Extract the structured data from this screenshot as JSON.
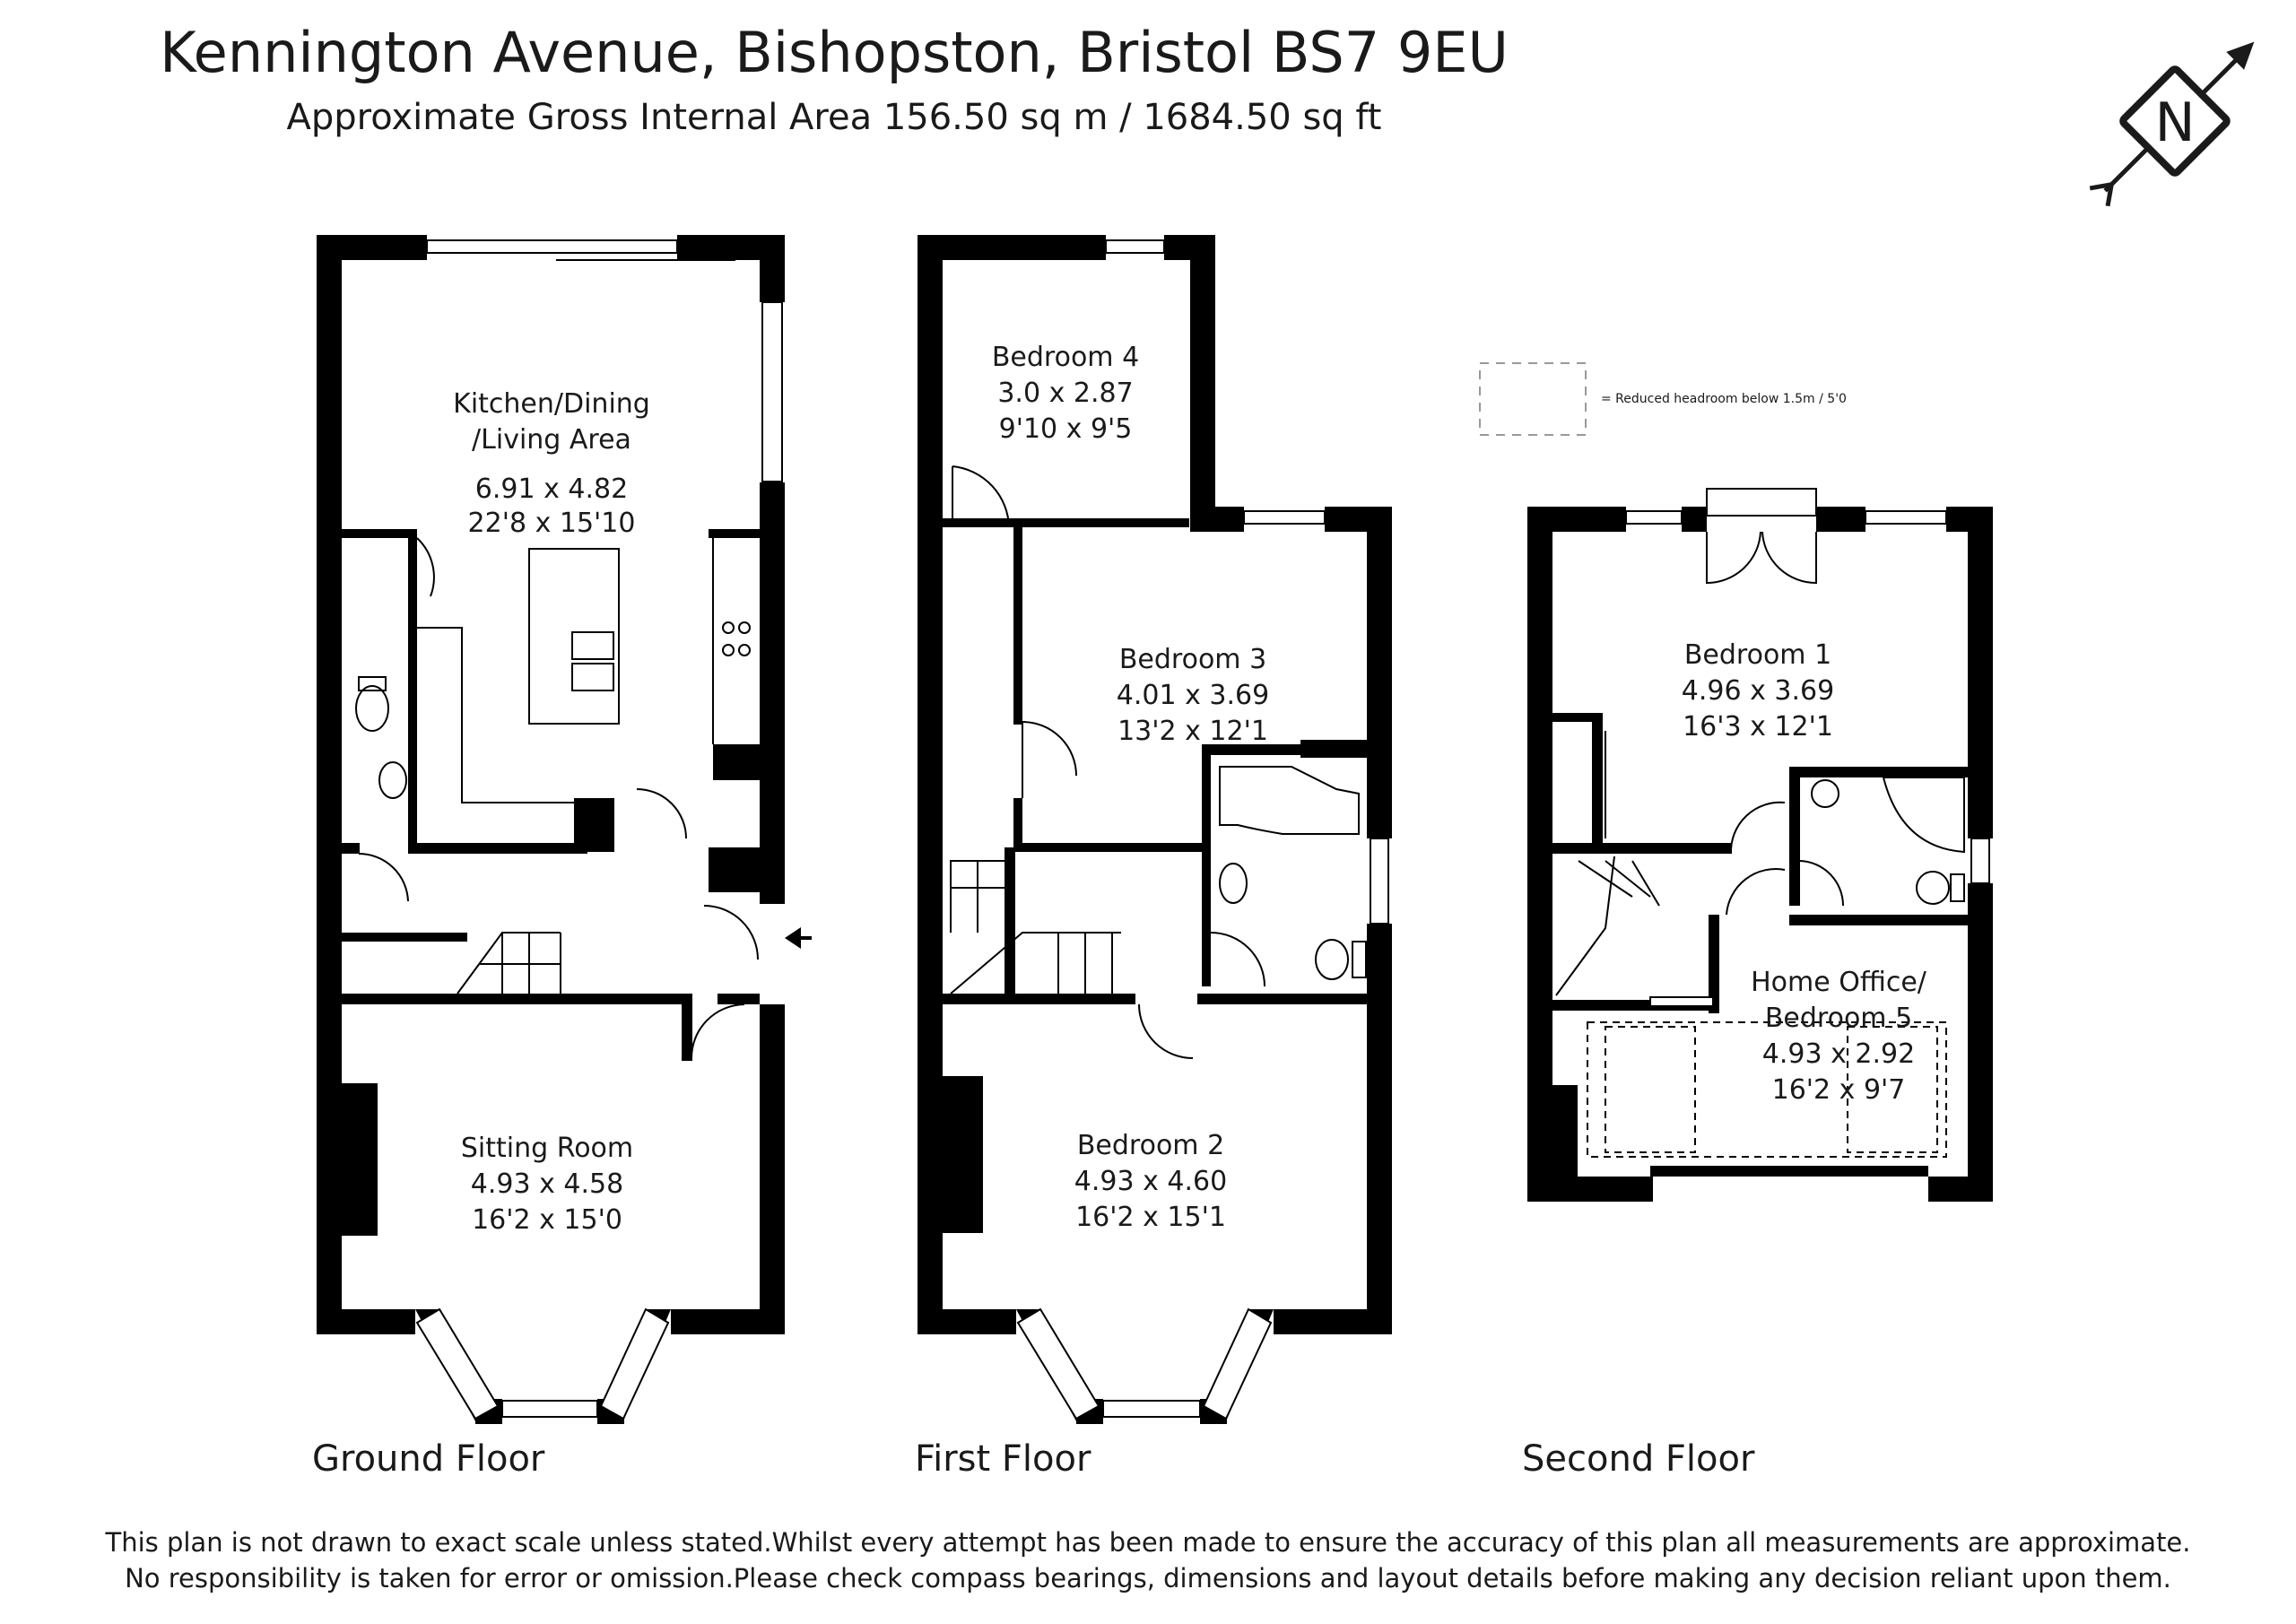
{
  "header": {
    "title": "Kennington Avenue, Bishopston, Bristol BS7 9EU",
    "subtitle": "Approximate Gross Internal Area 156.50 sq m / 1684.50 sq ft"
  },
  "legend": {
    "label": "= Reduced headroom below 1.5m / 5'0"
  },
  "compass": {
    "letter": "N"
  },
  "floors": {
    "ground": {
      "label": "Ground Floor",
      "rooms": {
        "kitchen": {
          "name_line1": "Kitchen/Dining",
          "name_line2": "/Living Area",
          "metric": "6.91 x 4.82",
          "imperial": "22'8 x 15'10"
        },
        "sitting": {
          "name": "Sitting Room",
          "metric": "4.93 x 4.58",
          "imperial": "16'2 x 15'0"
        }
      }
    },
    "first": {
      "label": "First Floor",
      "rooms": {
        "bedroom4": {
          "name": "Bedroom 4",
          "metric": "3.0 x 2.87",
          "imperial": "9'10 x 9'5"
        },
        "bedroom3": {
          "name": "Bedroom 3",
          "metric": "4.01 x 3.69",
          "imperial": "13'2 x 12'1"
        },
        "bedroom2": {
          "name": "Bedroom 2",
          "metric": "4.93 x 4.60",
          "imperial": "16'2 x 15'1"
        }
      }
    },
    "second": {
      "label": "Second Floor",
      "rooms": {
        "bedroom1": {
          "name": "Bedroom 1",
          "metric": "4.96 x 3.69",
          "imperial": "16'3 x 12'1"
        },
        "office": {
          "name_line1": "Home Office/",
          "name_line2": "Bedroom 5",
          "metric": "4.93 x 2.92",
          "imperial": "16'2 x 9'7"
        }
      }
    }
  },
  "footer": {
    "line1": "This plan is not drawn to exact scale unless stated.Whilst every attempt has been made to ensure the accuracy of this plan all measurements are approximate.",
    "line2": "No responsibility is taken for error or omission.Please check compass bearings, dimensions and layout details before making any decision reliant upon them."
  }
}
